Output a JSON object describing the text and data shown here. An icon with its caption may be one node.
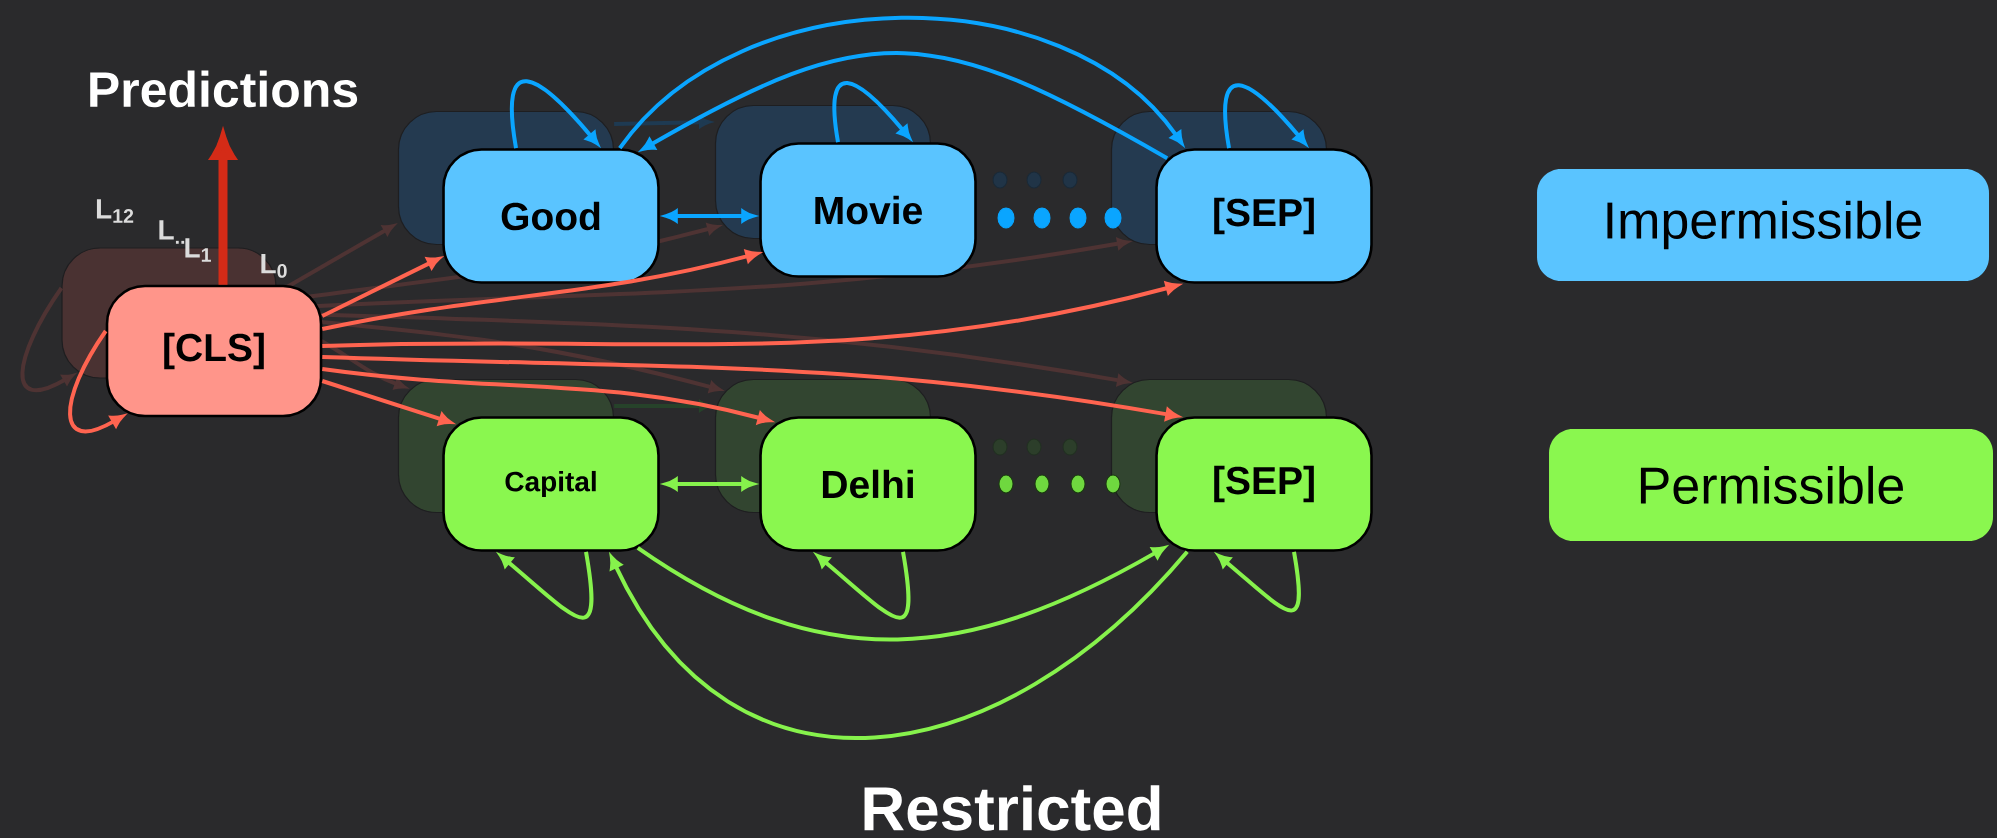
{
  "diagram": {
    "caption": "Restricted",
    "nodes": [
      {
        "text": [
          "Predictions"
        ]
      },
      {
        "text": [
          "[CLS]"
        ]
      },
      {
        "text": [
          "Good"
        ]
      },
      {
        "text": [
          "Movie"
        ]
      },
      {
        "text": [
          "[SEP]"
        ]
      },
      {
        "text": [
          "Capital"
        ]
      },
      {
        "text": [
          "Delhi"
        ]
      },
      {
        "text": [
          "[SEP]"
        ]
      }
    ],
    "edges": [
      {
        "from": 1,
        "to": 0,
        "arrow": "to",
        "style": "thick",
        "color": "#d42b17"
      },
      {
        "from": 1,
        "to": 2,
        "arrow": "to",
        "color": "#ff6450"
      },
      {
        "from": 1,
        "to": 3,
        "arrow": "to",
        "color": "#ff6450"
      },
      {
        "from": 1,
        "to": 4,
        "arrow": "to",
        "color": "#ff6450"
      },
      {
        "from": 1,
        "to": 5,
        "arrow": "to",
        "color": "#ff6450"
      },
      {
        "from": 1,
        "to": 6,
        "arrow": "to",
        "color": "#ff6450"
      },
      {
        "from": 1,
        "to": 7,
        "arrow": "to",
        "color": "#ff6450"
      },
      {
        "from": 1,
        "to": 1,
        "arrow": "to",
        "color": "#ff6450"
      },
      {
        "from": 2,
        "to": 3,
        "arrow": "both",
        "color": "#0aa5ff"
      },
      {
        "from": 2,
        "to": 2,
        "arrow": "to",
        "color": "#0aa5ff"
      },
      {
        "from": 3,
        "to": 3,
        "arrow": "to",
        "color": "#0aa5ff"
      },
      {
        "from": 4,
        "to": 4,
        "arrow": "to",
        "color": "#0aa5ff"
      },
      {
        "from": 2,
        "to": 4,
        "arrow": "to",
        "color": "#0aa5ff"
      },
      {
        "from": 4,
        "to": 2,
        "arrow": "to",
        "color": "#0aa5ff"
      },
      {
        "from": 5,
        "to": 6,
        "arrow": "both",
        "color": "#86f24c"
      },
      {
        "from": 5,
        "to": 5,
        "arrow": "to",
        "color": "#86f24c"
      },
      {
        "from": 6,
        "to": 6,
        "arrow": "to",
        "color": "#86f24c"
      },
      {
        "from": 7,
        "to": 7,
        "arrow": "to",
        "color": "#86f24c"
      },
      {
        "from": 5,
        "to": 7,
        "arrow": "to",
        "color": "#86f24c"
      },
      {
        "from": 7,
        "to": 5,
        "arrow": "to",
        "color": "#86f24c"
      }
    ],
    "labels": [
      "L$_{12}$",
      "L$_{..}$",
      "L$_{1}$",
      "L$_{0}$"
    ],
    "legend": [
      {
        "text": "Impermissible",
        "color": "#5ac4ff"
      },
      {
        "text": "Permissible",
        "color": "#8af74f"
      }
    ]
  }
}
